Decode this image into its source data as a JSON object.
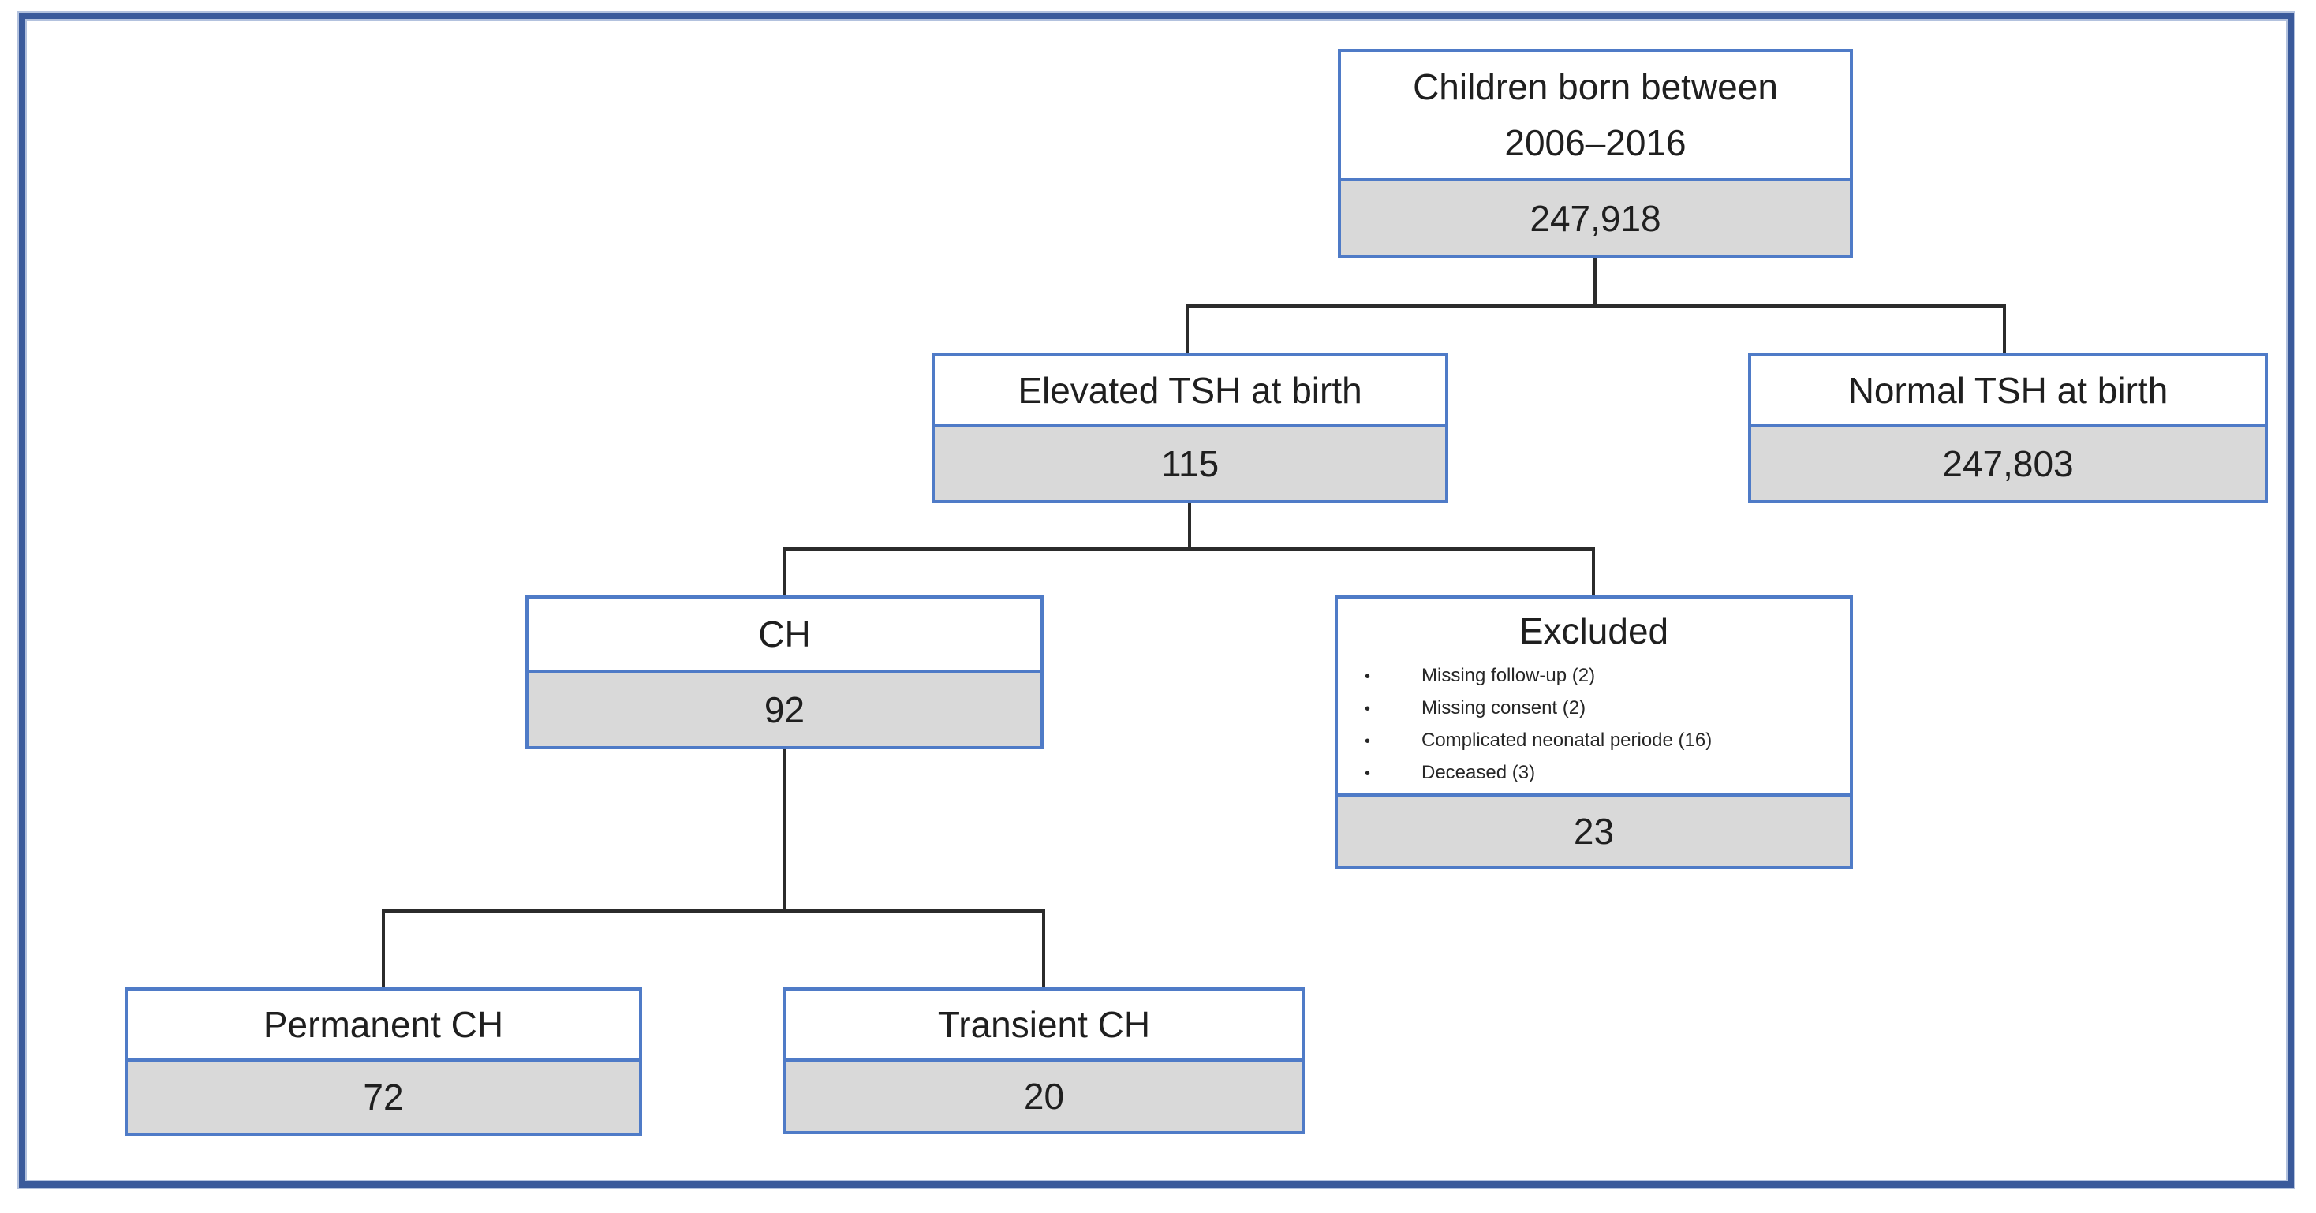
{
  "diagram": {
    "type": "flowchart",
    "colors": {
      "outer_border": "#3a5a9b",
      "box_border": "#4f7bc7",
      "value_fill": "#d9d9d9",
      "connector": "#2b2b2b",
      "text": "#1f1f1f"
    },
    "nodes": {
      "root": {
        "label": "Children born between 2006–2016",
        "lines": [
          "Children born between",
          "2006–2016"
        ],
        "value": "247,918"
      },
      "elevated": {
        "label": "Elevated TSH at birth",
        "value": "115"
      },
      "normal": {
        "label": "Normal TSH at birth",
        "value": "247,803"
      },
      "ch": {
        "label": "CH",
        "value": "92"
      },
      "excluded": {
        "label": "Excluded",
        "bullets": [
          "Missing follow-up (2)",
          "Missing consent (2)",
          "Complicated neonatal periode (16)",
          "Deceased (3)"
        ],
        "bullet_glyph": "•",
        "value": "23"
      },
      "permanent": {
        "label": "Permanent CH",
        "value": "72"
      },
      "transient": {
        "label": "Transient CH",
        "value": "20"
      }
    }
  }
}
